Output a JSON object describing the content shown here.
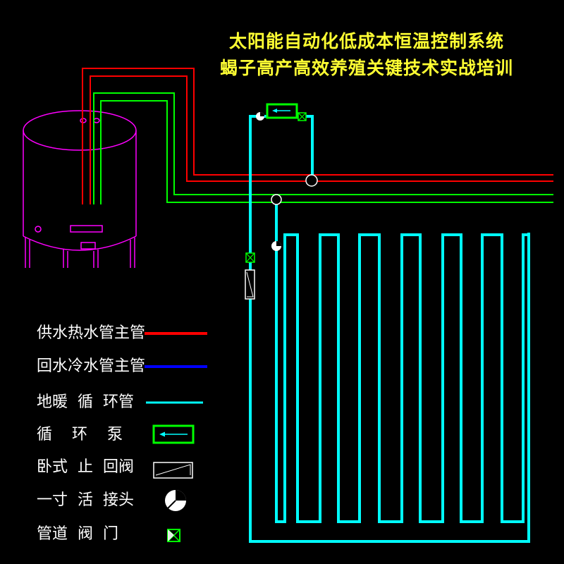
{
  "title": {
    "line1": "太阳能自动化低成本恒温控制系统",
    "line2": "蝎子高产高效养殖关键技术实战培训"
  },
  "legend": [
    {
      "label": "供水热水管主管",
      "symbol": "red-line",
      "color": "#ff0000"
    },
    {
      "label": "回水冷水管主管",
      "symbol": "blue-line",
      "color": "#0000ff"
    },
    {
      "label": "地暖  循  环管",
      "symbol": "cyan-line",
      "color": "#00ffff"
    },
    {
      "label": "循    环    泵",
      "symbol": "pump",
      "color": "#00ff00"
    },
    {
      "label": "卧式  止  回阀",
      "symbol": "check-valve",
      "color": "#ffffff"
    },
    {
      "label": "一寸  活  接头",
      "symbol": "union-joint",
      "color": "#ffffff"
    },
    {
      "label": "管道  阀  门",
      "symbol": "pipe-valve",
      "color": "#00ff00"
    }
  ],
  "colors": {
    "background": "#000000",
    "title": "#ffff33",
    "tank": "#ff00ff",
    "hot_supply": "#ff0000",
    "cold_return": "#0000ff",
    "floor_loop": "#00ffff",
    "green_pipe": "#00ff00",
    "fitting": "#ffffff"
  }
}
